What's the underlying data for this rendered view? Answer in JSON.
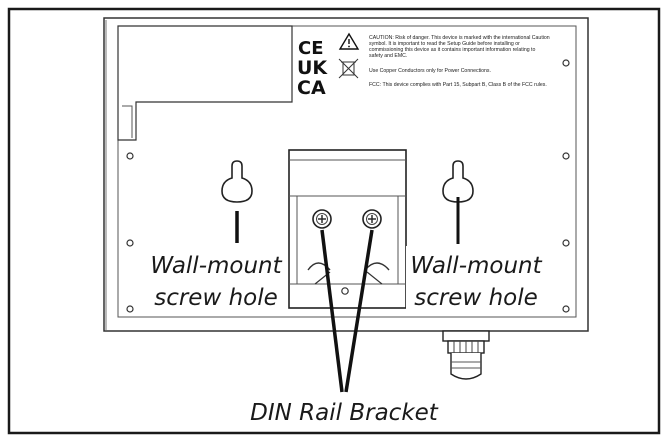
{
  "labels": {
    "wall_mount_left_line1": "Wall-mount",
    "wall_mount_left_line2": "screw hole",
    "wall_mount_right_line1": "Wall-mount",
    "wall_mount_right_line2": "screw hole",
    "din_rail": "DIN Rail Bracket"
  },
  "compliance": {
    "ce_mark": "CE",
    "ukca_line1": "UK",
    "ukca_line2": "CA",
    "caution_lines": [
      "CAUTION: Risk of danger. This device is marked with the international Caution",
      "symbol. It is important to read the Setup Guide before installing or",
      "commissioning this device as it contains important information relating to",
      "safety and EMC."
    ],
    "copper_note": "Use Copper Conductors only for Power Connections.",
    "fcc_note": "FCC: This device complies with Part 15, Subpart B, Class B of the FCC rules."
  },
  "icons": [
    "warning-triangle-icon",
    "weee-bin-icon"
  ]
}
